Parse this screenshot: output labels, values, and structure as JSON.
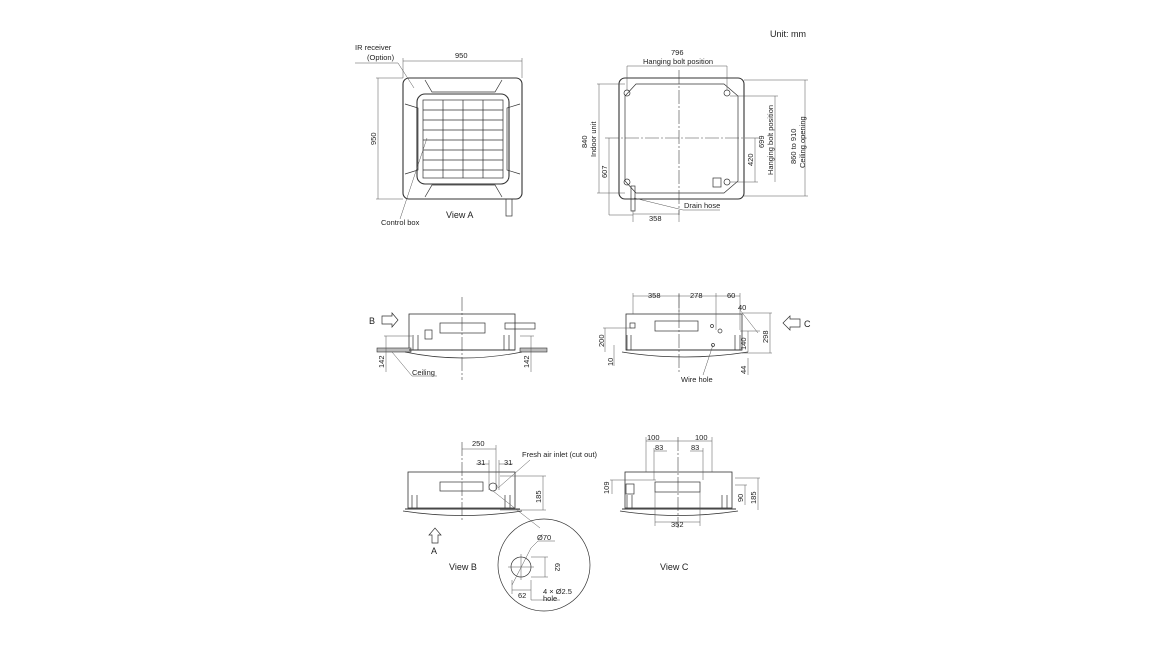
{
  "unit": "Unit: mm",
  "view_a": {
    "title": "View A",
    "width": "950",
    "height": "950",
    "ir_receiver": "IR receiver",
    "option": "(Option)",
    "control_box": "Control box"
  },
  "top_view": {
    "bolt_width": "796",
    "bolt_width_label": "Hanging bolt position",
    "indoor_unit": "840",
    "indoor_unit_label": "Indoor unit",
    "dim_607": "607",
    "dim_420": "420",
    "bolt_height": "699",
    "bolt_height_label": "Hanging bolt position",
    "ceiling_opening": "860 to 910",
    "ceiling_opening_label": "Ceiling opening",
    "drain_hose": "Drain hose",
    "dim_358": "358"
  },
  "side_b": {
    "arrow_label": "B",
    "dim_142_left": "142",
    "dim_142_right": "142",
    "ceiling": "Ceiling"
  },
  "side_c": {
    "arrow_label": "C",
    "dim_358": "358",
    "dim_278": "278",
    "dim_60": "60",
    "dim_40": "40",
    "dim_298": "298",
    "dim_200": "200",
    "dim_10": "10",
    "dim_140": "140",
    "dim_44": "44",
    "wire_hole": "Wire hole"
  },
  "view_b": {
    "title": "View B",
    "dim_250": "250",
    "dim_31a": "31",
    "dim_31b": "31",
    "fresh_air": "Fresh air inlet (cut out)",
    "dim_185": "185",
    "arrow_label": "A",
    "detail_dia": "Ø70",
    "detail_62v": "62",
    "detail_62h": "62",
    "detail_hole": "4 × Ø2.5",
    "detail_hole2": "hole"
  },
  "view_c": {
    "title": "View C",
    "dim_100a": "100",
    "dim_100b": "100",
    "dim_83a": "83",
    "dim_83b": "83",
    "dim_109": "109",
    "dim_90": "90",
    "dim_185": "185",
    "dim_352": "352"
  }
}
